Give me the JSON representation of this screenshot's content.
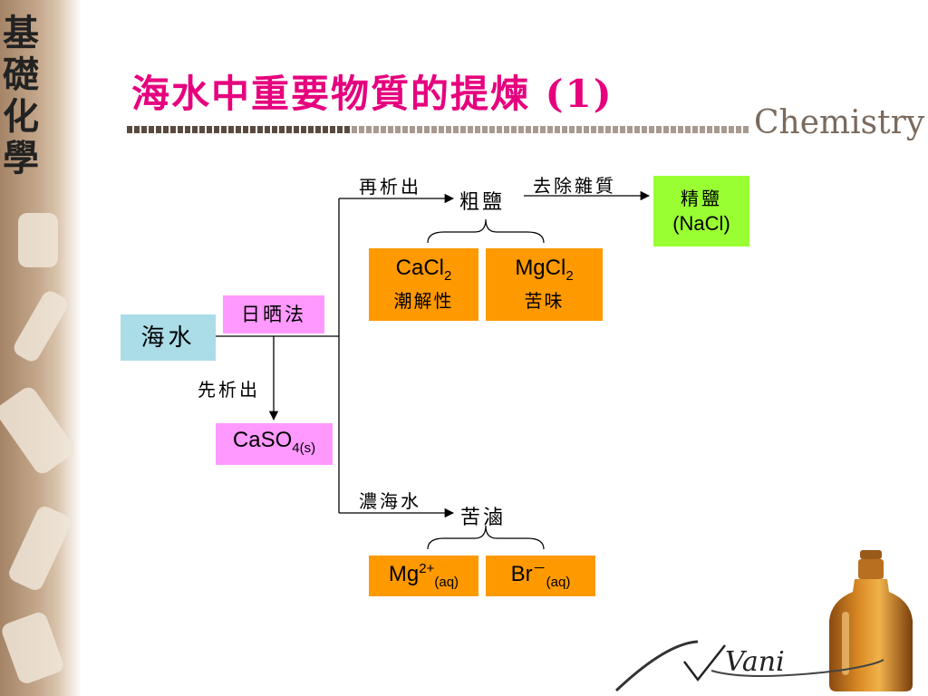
{
  "sidebar": {
    "title_chars": [
      "基",
      "礎",
      "化",
      "學"
    ]
  },
  "header": {
    "title": "海水中重要物質的提煉 (1)",
    "brand": "Chemistry"
  },
  "colors": {
    "title": "#e6007e",
    "orange": "#ff9900",
    "pink": "#ff99ff",
    "cyan": "#aadde8",
    "green": "#99ff33"
  },
  "diagram": {
    "seawater": "海水",
    "evaporation": "日晒法",
    "first_precipitate_label": "先析出",
    "caso4": {
      "main": "CaSO",
      "sub": "4(s)"
    },
    "second_precipitate_label": "再析出",
    "crude_salt": "粗鹽",
    "remove_impurities_label": "去除雜質",
    "refined_salt": {
      "line1": "精鹽",
      "line2": "(NaCl)"
    },
    "cacl2": {
      "main": "CaCl",
      "sub": "2",
      "desc": "潮解性"
    },
    "mgcl2": {
      "main": "MgCl",
      "sub": "2",
      "desc": "苦味"
    },
    "concentrated_label": "濃海水",
    "bittern": "苦滷",
    "mg_ion": {
      "main": "Mg",
      "sup": "2+",
      "sub": "(aq)"
    },
    "br_ion": {
      "main": "Br",
      "sup": "－",
      "sub": "(aq)"
    }
  },
  "signature": "Vani"
}
